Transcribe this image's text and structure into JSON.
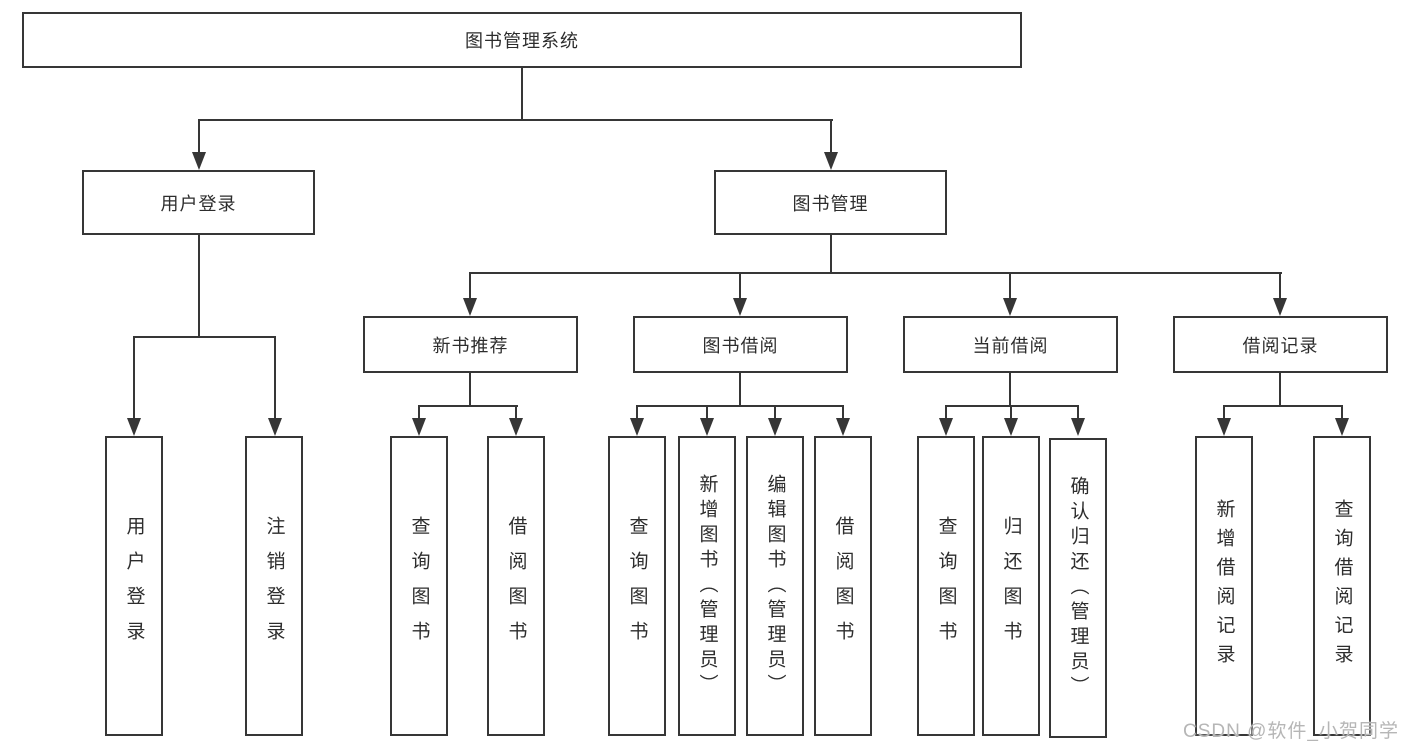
{
  "diagram": {
    "root": "图书管理系统",
    "level2": [
      "用户登录",
      "图书管理"
    ],
    "level3": [
      "新书推荐",
      "图书借阅",
      "当前借阅",
      "借阅记录"
    ],
    "leaves": {
      "login": [
        "用户登录",
        "注销登录"
      ],
      "recommend": [
        "查询图书",
        "借阅图书"
      ],
      "borrow": [
        "查询图书",
        "新增图书（管理员）",
        "编辑图书（管理员）",
        "借阅图书"
      ],
      "current": [
        "查询图书",
        "归还图书",
        "确认归还（管理员）"
      ],
      "records": [
        "新增借阅记录",
        "查询借阅记录"
      ]
    }
  },
  "watermark": "CSDN @软件_小贺同学",
  "colors": {
    "line": "#363636",
    "text": "#2d2d2d",
    "watermark": "#b6b6b6",
    "background": "#ffffff"
  }
}
